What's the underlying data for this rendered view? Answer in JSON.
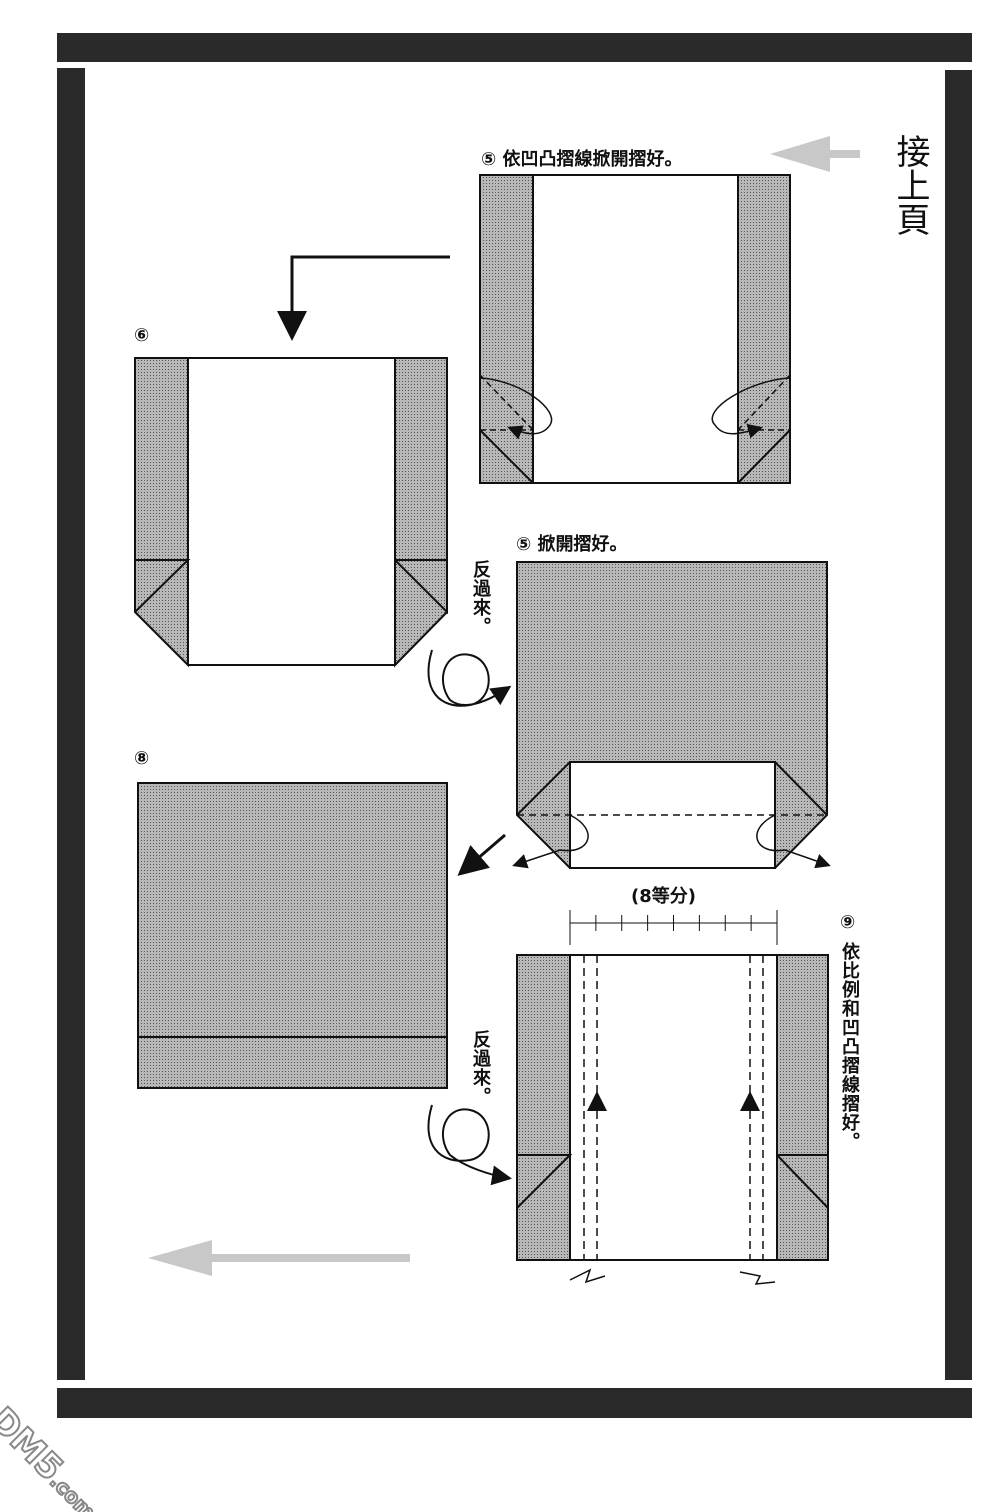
{
  "continued_label": "接上頁",
  "steps": {
    "step5a": "⑤ 依凹凸摺線掀開摺好。",
    "step6": "⑥",
    "step5b": "⑤ 掀開摺好。",
    "step8": "⑧",
    "step9_num": "⑨",
    "step9_text": "依比例和凹凸摺線摺好。"
  },
  "turn_over_1": "反過來。",
  "turn_over_2": "反過來。",
  "divisions_label": "(8等分)",
  "watermark": {
    "main": "DM5",
    "suffix": ".com"
  },
  "colors": {
    "shade": "#a9a9a9",
    "frame": "#2a2a2a",
    "arrow_gray": "#c8c8c8"
  }
}
